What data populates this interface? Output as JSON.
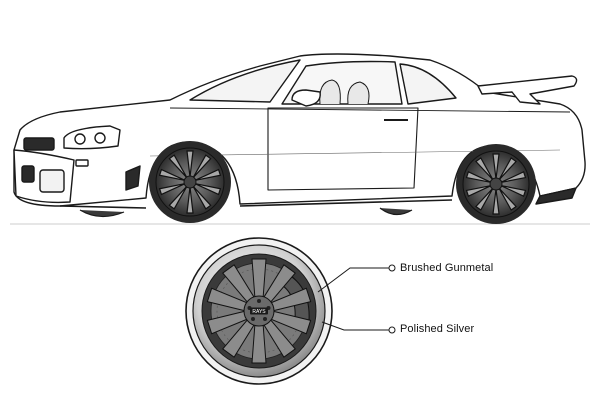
{
  "callouts": [
    {
      "label": "Brushed Gunmetal"
    },
    {
      "label": "Polished Silver"
    }
  ],
  "hub_badge": "RAYS",
  "colors": {
    "ink": "#1a1a1a",
    "background": "#ffffff",
    "wheel_face": "#6b6b6b",
    "wheel_lip": "#d9d9d9"
  }
}
